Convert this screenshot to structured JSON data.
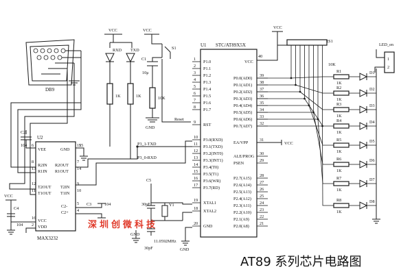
{
  "caption": "AT89 系列芯片电路图",
  "watermark": "深圳创微科技",
  "mcu": {
    "ref": "U1",
    "part": "STC/AT89X5X",
    "vcc_pin": "40",
    "vcc_label": "VCC",
    "gnd_label": "GND",
    "left_pins": [
      {
        "num": "1",
        "name": "P1.0"
      },
      {
        "num": "2",
        "name": "P1.1"
      },
      {
        "num": "3",
        "name": "P1.2"
      },
      {
        "num": "4",
        "name": "P1.3"
      },
      {
        "num": "5",
        "name": "P1.4"
      },
      {
        "num": "6",
        "name": "P1.5"
      },
      {
        "num": "7",
        "name": "P1.6"
      },
      {
        "num": "8",
        "name": "P1.7"
      },
      {
        "num": "9",
        "name": "RST"
      },
      {
        "num": "10",
        "name": "P3.0(RXD)"
      },
      {
        "num": "11",
        "name": "P3.1(TXD)"
      },
      {
        "num": "12",
        "name": "P3.2(INT0)"
      },
      {
        "num": "13",
        "name": "P3.3(INT1)"
      },
      {
        "num": "14",
        "name": "P3.4(T0)"
      },
      {
        "num": "15",
        "name": "P3.5(T1)"
      },
      {
        "num": "16",
        "name": "P3.6(WR)"
      },
      {
        "num": "17",
        "name": "P3.7(RD)"
      },
      {
        "num": "19",
        "name": "XTAL1"
      },
      {
        "num": "18",
        "name": "XTAL2"
      },
      {
        "num": "20",
        "name": "GND"
      }
    ],
    "right_pins": [
      {
        "num": "39",
        "name": "P0.0(AD0)"
      },
      {
        "num": "38",
        "name": "P0.1(AD1)"
      },
      {
        "num": "37",
        "name": "P0.2(AD2)"
      },
      {
        "num": "36",
        "name": "P0.3(AD3)"
      },
      {
        "num": "35",
        "name": "P0.4(AD4)"
      },
      {
        "num": "34",
        "name": "P0.5(AD5)"
      },
      {
        "num": "33",
        "name": "P0.6(AD6)"
      },
      {
        "num": "32",
        "name": "P0.7(AD7)"
      },
      {
        "num": "31",
        "name": "EA/VPP"
      },
      {
        "num": "30",
        "name": "ALE/PROG"
      },
      {
        "num": "29",
        "name": "PSEN"
      },
      {
        "num": "28",
        "name": "P2.7(A15)"
      },
      {
        "num": "27",
        "name": "P2.6(A14)"
      },
      {
        "num": "26",
        "name": "P2.5(A13)"
      },
      {
        "num": "25",
        "name": "P2.4(A12)"
      },
      {
        "num": "24",
        "name": "P2.3(A11)"
      },
      {
        "num": "23",
        "name": "P2.2(A10)"
      },
      {
        "num": "22",
        "name": "P2.1(A9)"
      },
      {
        "num": "21",
        "name": "P2.0(A8)"
      }
    ]
  },
  "max232": {
    "ref": "U2",
    "part": "MAX3232",
    "pins": {
      "vee": "VEE",
      "gnd": "GND",
      "r2in": "R2IN",
      "r1in": "R1IN",
      "r2out": "R2OUT",
      "r1out": "R1OUT",
      "t2out": "T2OUT",
      "t1out": "T1OUT",
      "t2in": "T2IN",
      "t1in": "T1IN",
      "c2m": "C2-",
      "c2p": "C2+",
      "vcc": "VCC",
      "vdd": "VDD"
    },
    "pin_nums": [
      "6",
      "15",
      "8",
      "13",
      "7",
      "14",
      "9",
      "12",
      "10",
      "11",
      "5",
      "4",
      "16",
      "2"
    ]
  },
  "db9": {
    "label": "DB9"
  },
  "nets": {
    "p3_1_txd": "P3_1-TXD",
    "p3_0_rxd": "P3_0-RXD",
    "reset": "Reset",
    "vcc": "VCC",
    "gnd": "GND",
    "rxd": "RXD",
    "txd": "TXD"
  },
  "parts": {
    "s1": "S1",
    "c1": "C1",
    "c1_val": "10μ",
    "r_reset": "10K",
    "r_rxd": "1K",
    "r_txd": "1K",
    "c5": "C5",
    "c5_val": "30pF",
    "c6_val": "30pF",
    "y1": "Y1",
    "y1_val": "11.0592MHz",
    "c2": "C2",
    "c2_val": "104",
    "c3": "C3",
    "c3_val": "104",
    "c4": "C4",
    "c4_val": "104",
    "rs1": "RS1",
    "rs1_val": "10K",
    "led_en": "LED_en",
    "led_en_pins": [
      "1",
      "2"
    ]
  },
  "led_rows": [
    {
      "r": "R1",
      "rv": "1K",
      "d": "D1"
    },
    {
      "r": "R2",
      "rv": "1K",
      "d": "D2"
    },
    {
      "r": "R3",
      "rv": "1K",
      "d": "D3"
    },
    {
      "r": "R4",
      "rv": "1K",
      "d": "D4"
    },
    {
      "r": "R5",
      "rv": "1K",
      "d": "D5"
    },
    {
      "r": "R6",
      "rv": "1K",
      "d": "D6"
    },
    {
      "r": "R7",
      "rv": "1K",
      "d": "D7"
    },
    {
      "r": "R8",
      "rv": "1K",
      "d": "D8"
    }
  ],
  "colors": {
    "ink": "#1a1a1a",
    "watermark": "#e03a2a"
  }
}
